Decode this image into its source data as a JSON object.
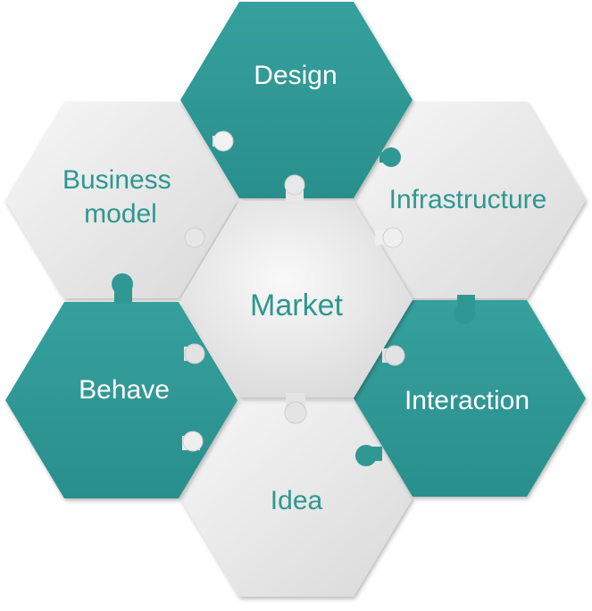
{
  "colors": {
    "teal": "#2f9895",
    "teal_dark": "#237f7c",
    "gray_light": "#f4f4f4",
    "gray_mid": "#dcdcdc",
    "text_teal": "#2e9791",
    "text_white": "#ffffff"
  },
  "center": {
    "label": "Market"
  },
  "pieces": [
    {
      "id": "design",
      "label_lines": [
        "Design"
      ],
      "style": "teal"
    },
    {
      "id": "infrastructure",
      "label_lines": [
        "Infrastructure"
      ],
      "style": "gray"
    },
    {
      "id": "interaction",
      "label_lines": [
        "Interaction"
      ],
      "style": "teal"
    },
    {
      "id": "idea",
      "label_lines": [
        "Idea"
      ],
      "style": "gray"
    },
    {
      "id": "behave",
      "label_lines": [
        "Behave"
      ],
      "style": "teal"
    },
    {
      "id": "business-model",
      "label_lines": [
        "Business",
        "model"
      ],
      "style": "gray"
    }
  ]
}
